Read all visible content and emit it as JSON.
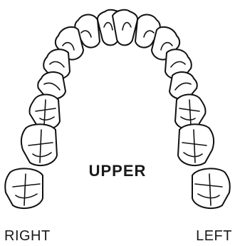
{
  "diagram": {
    "arch_label": "UPPER",
    "side_labels": {
      "right": "RIGHT",
      "left": "LEFT"
    }
  }
}
